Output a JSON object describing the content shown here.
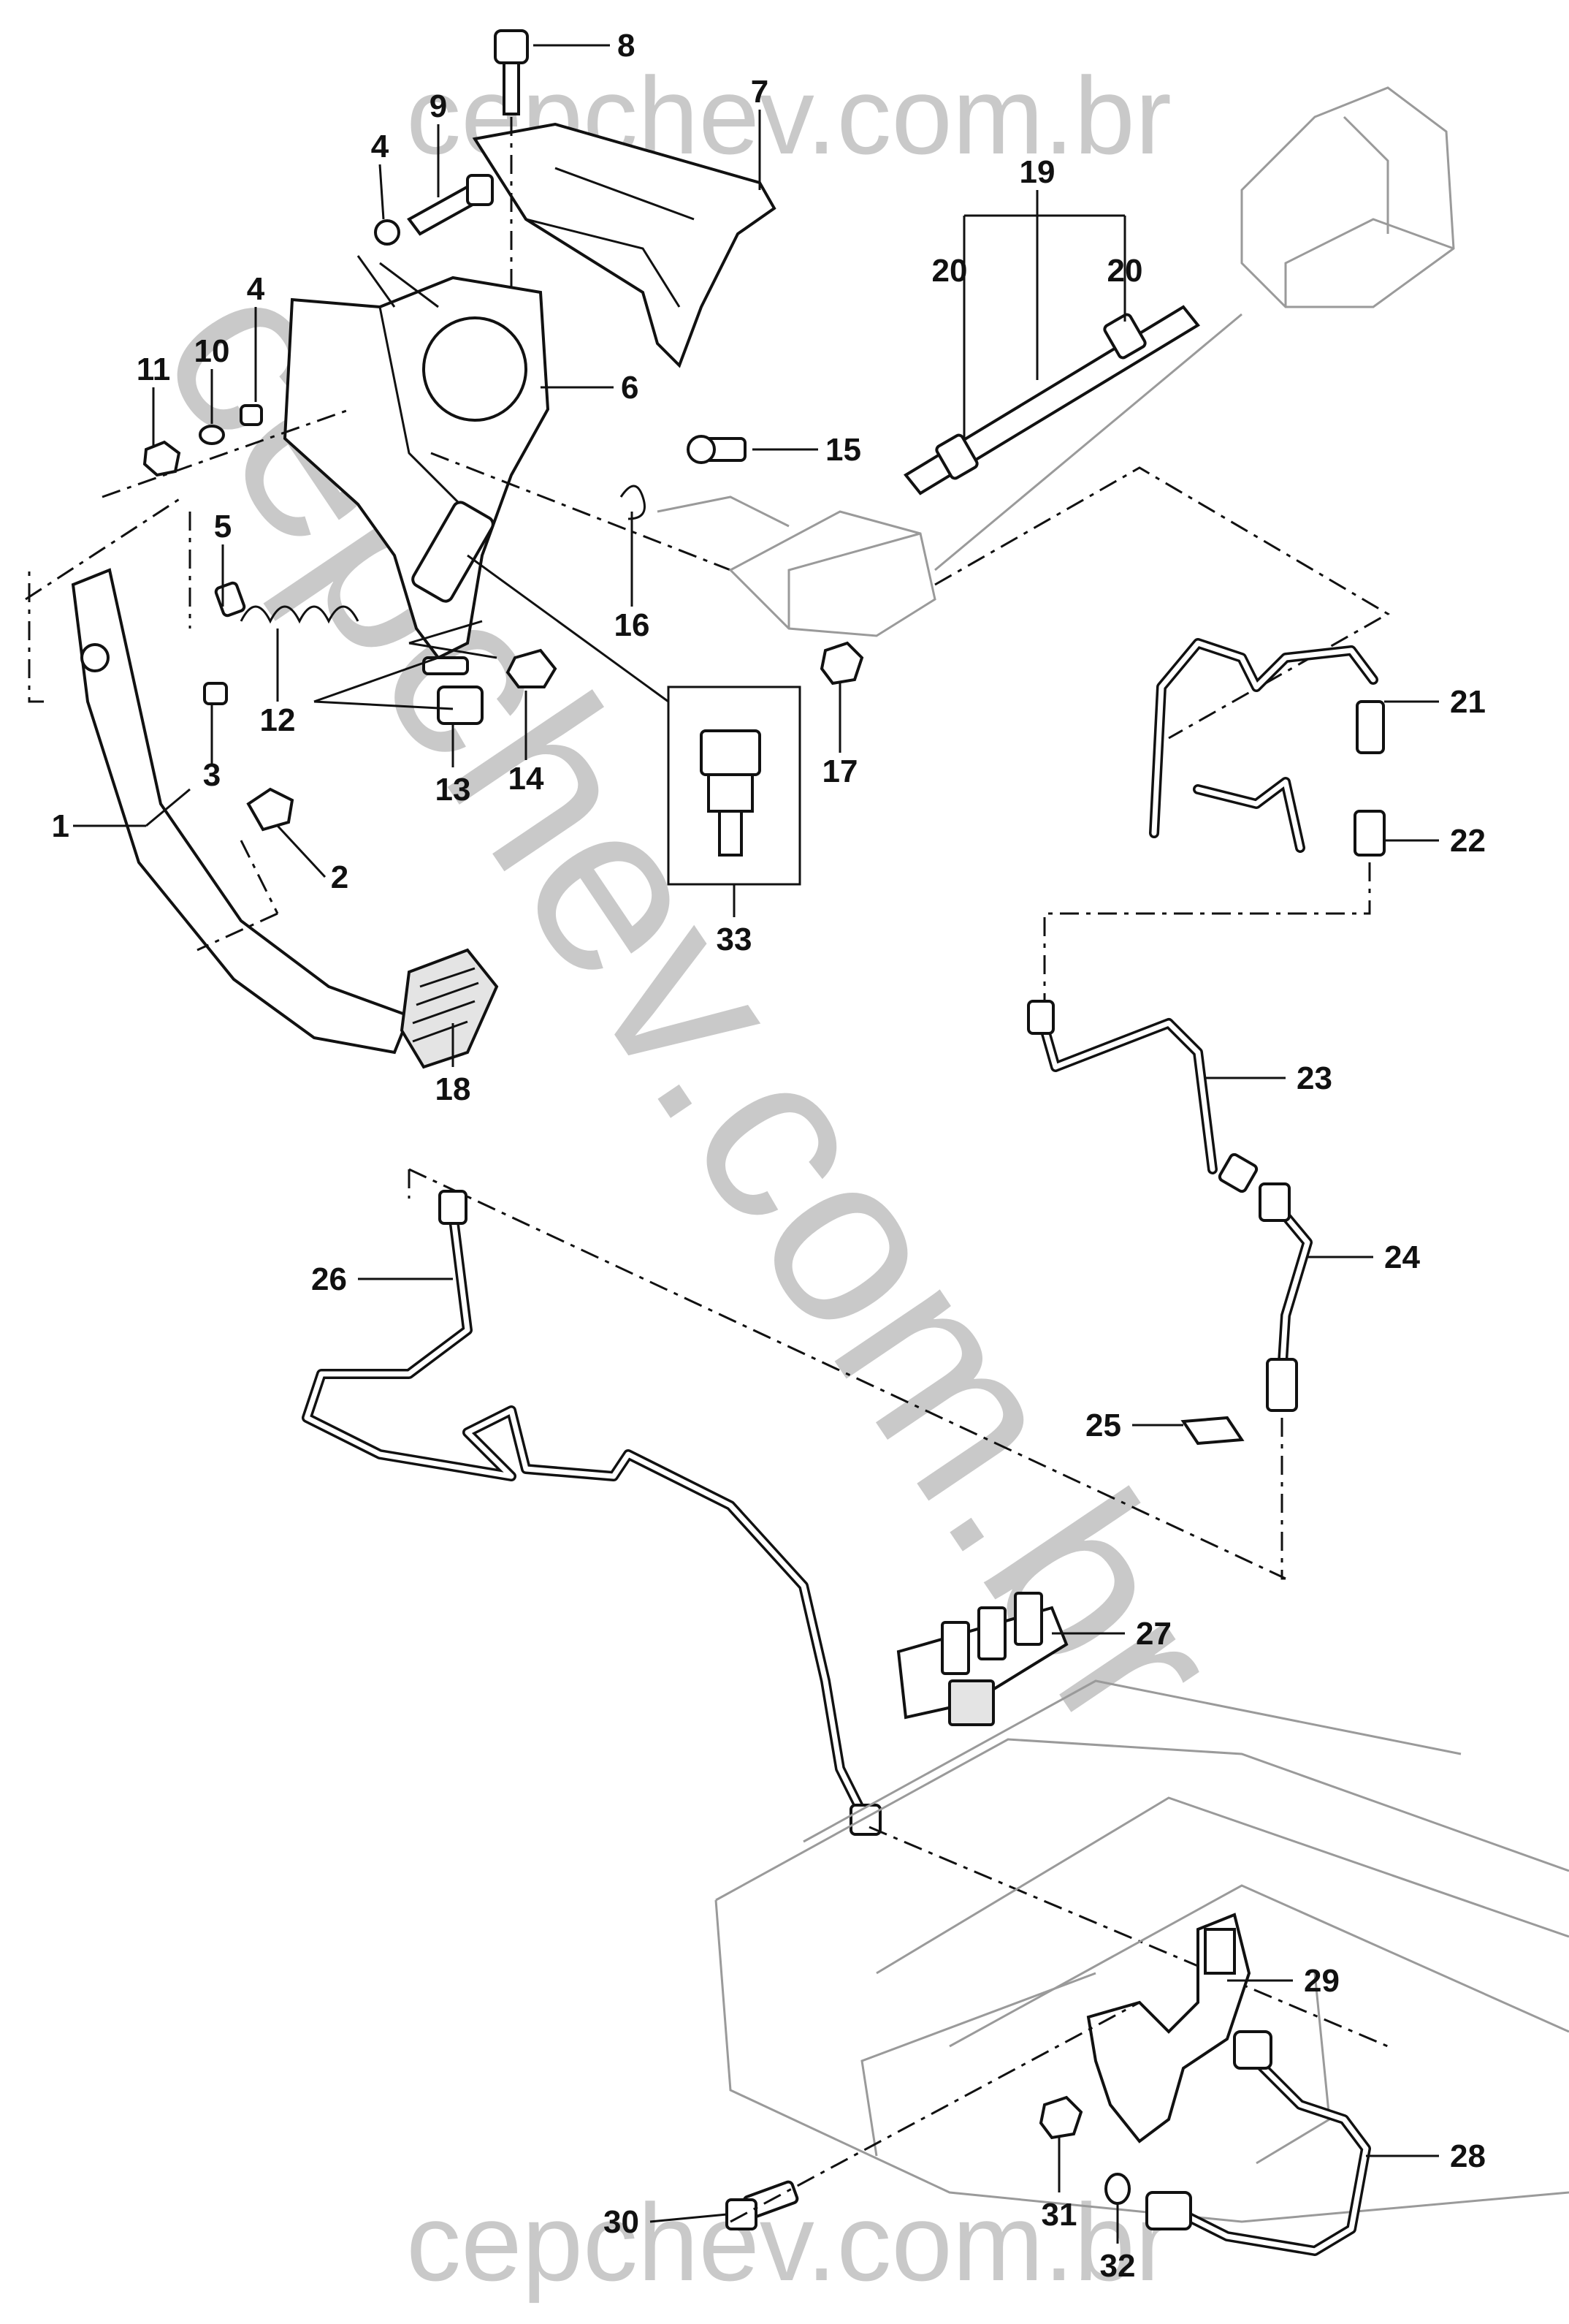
{
  "watermarks": {
    "top": "cepchev.com.br",
    "bottom": "cepchev.com.br",
    "diagonal": "cepchev.com.br"
  },
  "callouts": [
    {
      "id": "1",
      "text": "1"
    },
    {
      "id": "2",
      "text": "2"
    },
    {
      "id": "3",
      "text": "3"
    },
    {
      "id": "4a",
      "text": "4"
    },
    {
      "id": "4b",
      "text": "4"
    },
    {
      "id": "5",
      "text": "5"
    },
    {
      "id": "6",
      "text": "6"
    },
    {
      "id": "7",
      "text": "7"
    },
    {
      "id": "8",
      "text": "8"
    },
    {
      "id": "9",
      "text": "9"
    },
    {
      "id": "10",
      "text": "10"
    },
    {
      "id": "11",
      "text": "11"
    },
    {
      "id": "12",
      "text": "12"
    },
    {
      "id": "13",
      "text": "13"
    },
    {
      "id": "14",
      "text": "14"
    },
    {
      "id": "15",
      "text": "15"
    },
    {
      "id": "16",
      "text": "16"
    },
    {
      "id": "17",
      "text": "17"
    },
    {
      "id": "18",
      "text": "18"
    },
    {
      "id": "19",
      "text": "19"
    },
    {
      "id": "20a",
      "text": "20"
    },
    {
      "id": "20b",
      "text": "20"
    },
    {
      "id": "21",
      "text": "21"
    },
    {
      "id": "22",
      "text": "22"
    },
    {
      "id": "23",
      "text": "23"
    },
    {
      "id": "24",
      "text": "24"
    },
    {
      "id": "25",
      "text": "25"
    },
    {
      "id": "26",
      "text": "26"
    },
    {
      "id": "27",
      "text": "27"
    },
    {
      "id": "28",
      "text": "28"
    },
    {
      "id": "29",
      "text": "29"
    },
    {
      "id": "30",
      "text": "30"
    },
    {
      "id": "31",
      "text": "31"
    },
    {
      "id": "32",
      "text": "32"
    },
    {
      "id": "33",
      "text": "33"
    }
  ]
}
